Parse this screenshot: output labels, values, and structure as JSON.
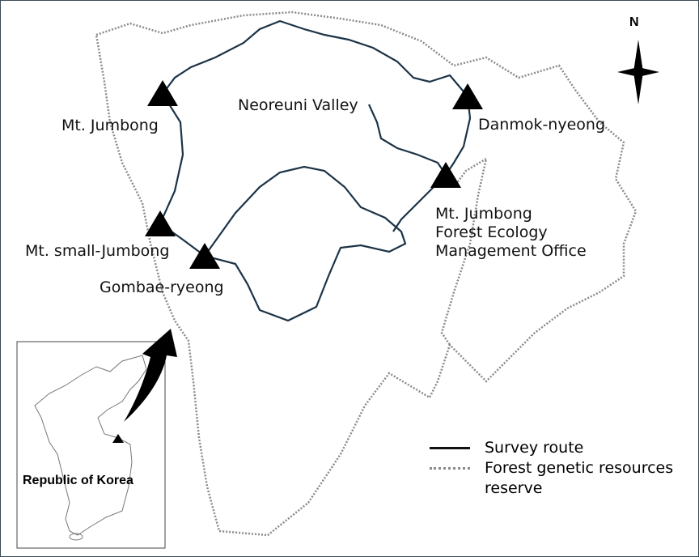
{
  "colors": {
    "route": "#1c3347",
    "reserve": "#8a8a8a",
    "marker": "#000000"
  },
  "north_label": "N",
  "sites": [
    {
      "name": "Mt. Jumbong"
    },
    {
      "name": "Neoreuni Valley"
    },
    {
      "name": "Danmok-nyeong"
    },
    {
      "name": "Mt. Jumbong Forest Ecology Management Office"
    },
    {
      "name": "Mt. small-Jumbong"
    },
    {
      "name": "Gombae-ryeong"
    }
  ],
  "office_lines": [
    "Mt. Jumbong",
    "Forest Ecology",
    "Management Office"
  ],
  "inset": {
    "label": "Republic of Korea"
  },
  "legend": {
    "route": "Survey route",
    "reserve_line1": "Forest genetic resources",
    "reserve_line2": "reserve"
  }
}
